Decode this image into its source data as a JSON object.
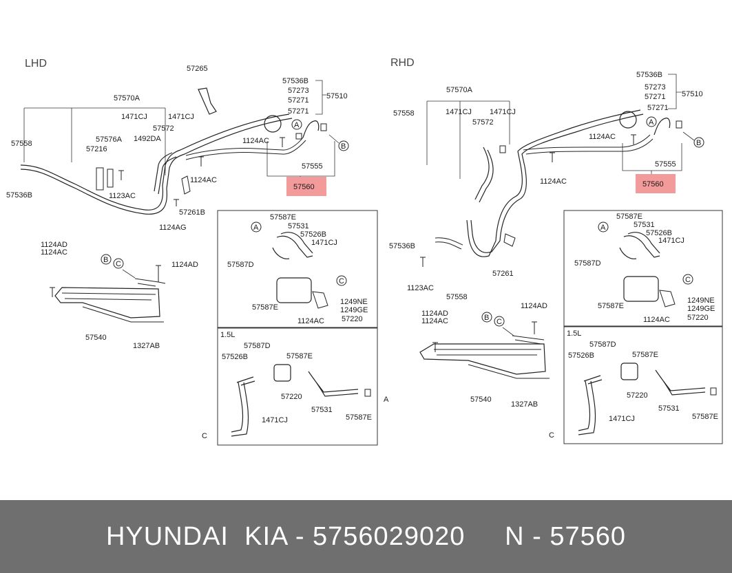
{
  "sides": {
    "lhd": {
      "title": "LHD",
      "labels": [
        "57265",
        "57570A",
        "57536B",
        "57273",
        "57271",
        "57510",
        "57271",
        "1471CJ",
        "1471CJ",
        "57572",
        "57558",
        "57576A",
        "57216",
        "1492DA",
        "1124AC",
        "57536B",
        "1123AC",
        "1124AC",
        "57555",
        "57560",
        "57261B",
        "1124AG"
      ]
    },
    "rhd": {
      "title": "RHD",
      "labels": [
        "57570A",
        "57536B",
        "57273",
        "57271",
        "57510",
        "57271",
        "57558",
        "1471CJ",
        "1471CJ",
        "57572",
        "1124AC",
        "57555",
        "57560",
        "1124AC",
        "57536B",
        "57261",
        "1123AC",
        "57558"
      ]
    }
  },
  "cooler": {
    "lhd": [
      "1124AD",
      "1124AC",
      "B",
      "C",
      "1124AD",
      "57540",
      "1327AB"
    ],
    "rhd": [
      "1124AD",
      "1124AC",
      "1124AD",
      "B",
      "C",
      "57540",
      "1327AB"
    ]
  },
  "detail_box": {
    "labels": [
      "57587E",
      "57531",
      "A",
      "57526B",
      "1471CJ",
      "57587D",
      "C",
      "57587E",
      "1249NE",
      "1249GE",
      "1124AC",
      "57220"
    ]
  },
  "engine_box": {
    "title": "1.5L",
    "labels": [
      "57587D",
      "57587E",
      "57526B",
      "57220",
      "57531",
      "57587E",
      "1471CJ",
      "A",
      "C"
    ]
  },
  "callouts": {
    "a": "A",
    "b": "B",
    "c": "C"
  },
  "highlight_part": "57560",
  "footer": {
    "text": "HYUNDAI  KIA - 5756029020     N - 57560"
  },
  "colors": {
    "highlight": "#f39a9a",
    "footer_bg": "#6f6f6f",
    "footer_text": "#ffffff"
  }
}
